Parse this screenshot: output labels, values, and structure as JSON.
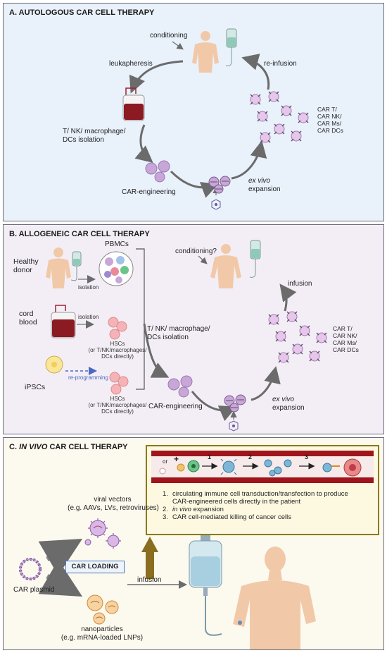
{
  "panelA": {
    "title": "A. AUTOLOGOUS CAR  CELL THERAPY",
    "conditioning": "conditioning",
    "leukapheresis": "leukapheresis",
    "reinfusion": "re-infusion",
    "isolation_line1": "T/ NK/ macrophage/",
    "isolation_line2": "DCs isolation",
    "car_engineering": "CAR-engineering",
    "ex_vivo": "ex vivo",
    "expansion": "expansion",
    "products": [
      "CAR T/",
      "CAR NK/",
      "CAR Ms/",
      "CAR DCs"
    ]
  },
  "panelB": {
    "title": "B. ALLOGENEIC CAR  CELL THERAPY",
    "healthy": "Healthy",
    "donor": "donor",
    "pbmcs": "PBMCs",
    "isolation_1": "isolation",
    "cord": "cord",
    "blood": "blood",
    "isolation_2": "isolation",
    "hscs_1": "HSCs",
    "hscs_1_note_1": "(or T/NK/macrophages/",
    "hscs_1_note_2": "DCs directly)",
    "ipscs": "iPSCs",
    "reprogramming": "re-programming",
    "hscs_2": "HSCs",
    "hscs_2_note_1": "(or T/NK/macrophages/",
    "hscs_2_note_2": "DCs directly)",
    "isolation_line1": "T/  NK/ macrophage/",
    "isolation_line2": "DCs isolation",
    "conditioning": "conditioning?",
    "infusion": "infusion",
    "car_engineering": "CAR-engineering",
    "ex_vivo": "ex vivo",
    "expansion": "expansion",
    "products": [
      "CAR T/",
      "CAR NK/",
      "CAR Ms/",
      "CAR DCs"
    ]
  },
  "panelC": {
    "title_prefix": "C. ",
    "title_italic": "IN VIVO",
    "title_suffix": " CAR CELL THERAPY",
    "vessel_or": "or",
    "vessel_plus": "+",
    "step_numbers": [
      "1",
      "2",
      "3"
    ],
    "steps": [
      {
        "num": "1.",
        "text": "circulating immune cell transduction/transfection to produce"
      },
      {
        "num": "",
        "text": "CAR-engineered cells directly in the patient"
      },
      {
        "num": "2.",
        "text": "in vivo expansion",
        "italic": "in vivo",
        "rest": " expansion"
      },
      {
        "num": "3.",
        "text": "CAR cell-mediated killing of cancer cells"
      }
    ],
    "viral_line1": "viral vectors",
    "viral_line2": "(e.g. AAVs, LVs, retroviruses)",
    "car_plasmid": "CAR plasmid",
    "car_loading": "CAR LOADING",
    "infusion": "infusion",
    "nano_line1": "nanoparticles",
    "nano_line2": "(e.g. mRNA-loaded LNPs)"
  },
  "colors": {
    "panelA_bg": "#e9f1fb",
    "panelB_bg": "#f3eef6",
    "panelC_bg": "#fcf9ef",
    "border": "#6a6a78",
    "arrow": "#6b6b6b",
    "car_cell": "#c9a6d8",
    "blood": "#8c1a22",
    "vessel": "#a0141c",
    "highlight_box": "#8a7a16",
    "up_arrow": "#8a6d1e"
  },
  "icons": [
    "person-icon",
    "iv-bag-icon",
    "blood-bag-icon",
    "cell-icon",
    "car-cell-icon",
    "virus-icon",
    "nanoparticle-icon",
    "plasmid-icon",
    "cancer-cell-icon"
  ]
}
